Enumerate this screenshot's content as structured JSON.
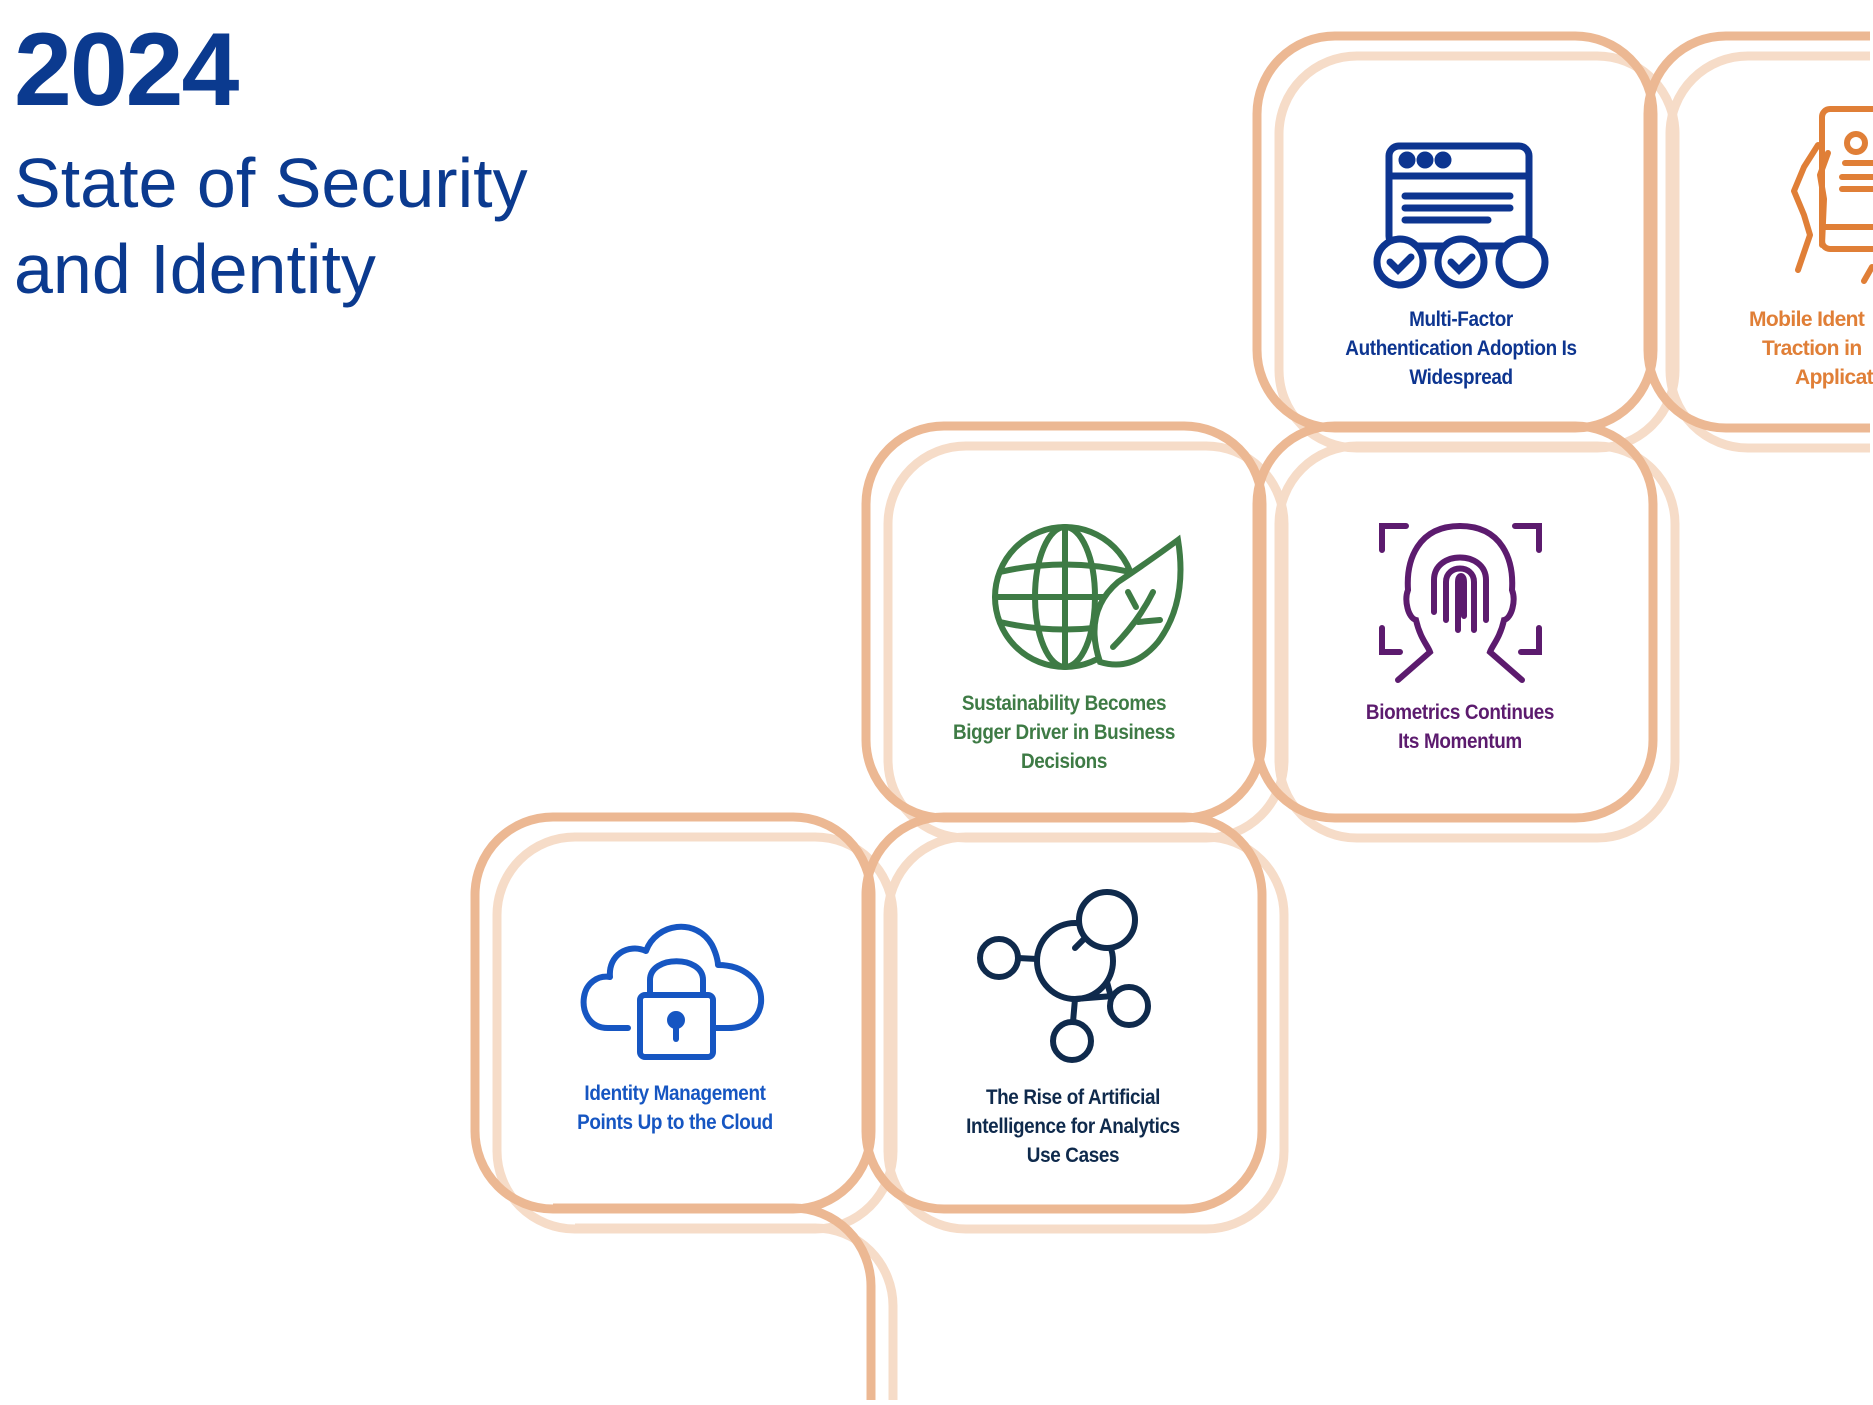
{
  "header": {
    "year": "2024",
    "title_line1": "State of Security",
    "title_line2": "and Identity"
  },
  "colors": {
    "frame": "#ecb893",
    "frame_light": "#f6dcc8",
    "title": "#0b3a8f"
  },
  "cards": [
    {
      "id": "mfa",
      "icon": "browser-checks-icon",
      "color": "#0d3590",
      "lines": [
        "Multi-Factor",
        "Authentication Adoption Is",
        "Widespread"
      ]
    },
    {
      "id": "mobile",
      "icon": "hand-phone-icon",
      "color": "#e07f37",
      "lines": [
        "Mobile Ident",
        "Traction in",
        "Applicat"
      ]
    },
    {
      "id": "sustainability",
      "icon": "globe-leaf-icon",
      "color": "#3e7b45",
      "lines": [
        "Sustainability Becomes",
        "Bigger Driver in Business",
        "Decisions"
      ]
    },
    {
      "id": "biometrics",
      "icon": "fingerprint-face-icon",
      "color": "#5c1b6e",
      "lines": [
        "Biometrics Continues",
        "Its Momentum"
      ]
    },
    {
      "id": "identity",
      "icon": "cloud-lock-icon",
      "color": "#1656c2",
      "lines": [
        "Identity Management",
        "Points Up to the Cloud"
      ]
    },
    {
      "id": "ai",
      "icon": "network-nodes-icon",
      "color": "#0f2a4c",
      "lines": [
        "The Rise of Artificial",
        "Intelligence for Analytics",
        "Use Cases"
      ]
    }
  ]
}
